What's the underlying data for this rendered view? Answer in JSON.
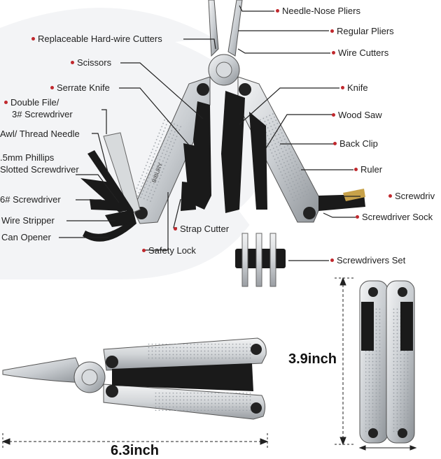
{
  "colors": {
    "accent_dot": "#c0282d",
    "steel_light": "#e6e8ea",
    "steel_dark": "#8c9196",
    "blade_black": "#1a1a1a",
    "watermark": "#eef0f2"
  },
  "labels": {
    "needle_nose_pliers": "Needle-Nose Pliers",
    "regular_pliers": "Regular Pliers",
    "wire_cutters": "Wire Cutters",
    "hard_wire_cutters": "Replaceable Hard-wire Cutters",
    "scissors": "Scissors",
    "serrate_knife": "Serrate Knife",
    "knife": "Knife",
    "double_file": "Double File/",
    "screwdriver_3": "3# Screwdriver",
    "wood_saw": "Wood Saw",
    "awl": "Awl/ Thread Needle",
    "back_clip": "Back Clip",
    "phillips": ".5mm Phillips",
    "slotted": "Slotted Screwdriver",
    "ruler": "Ruler",
    "screwdriver_right": "Screwdriv",
    "screwdriver_6": "6# Screwdriver",
    "screwdriver_socket": "Screwdriver Sock",
    "wire_stripper": "Wire Stripper",
    "strap_cutter": "Strap Cutter",
    "can_opener": "Can Opener",
    "safety_lock": "Safety Lock",
    "screwdrivers_set": "Screwdrivers Set"
  },
  "brand": {
    "logo_text": "BIBURY"
  },
  "dimensions": {
    "height": "3.9inch",
    "width": "6.3inch"
  }
}
